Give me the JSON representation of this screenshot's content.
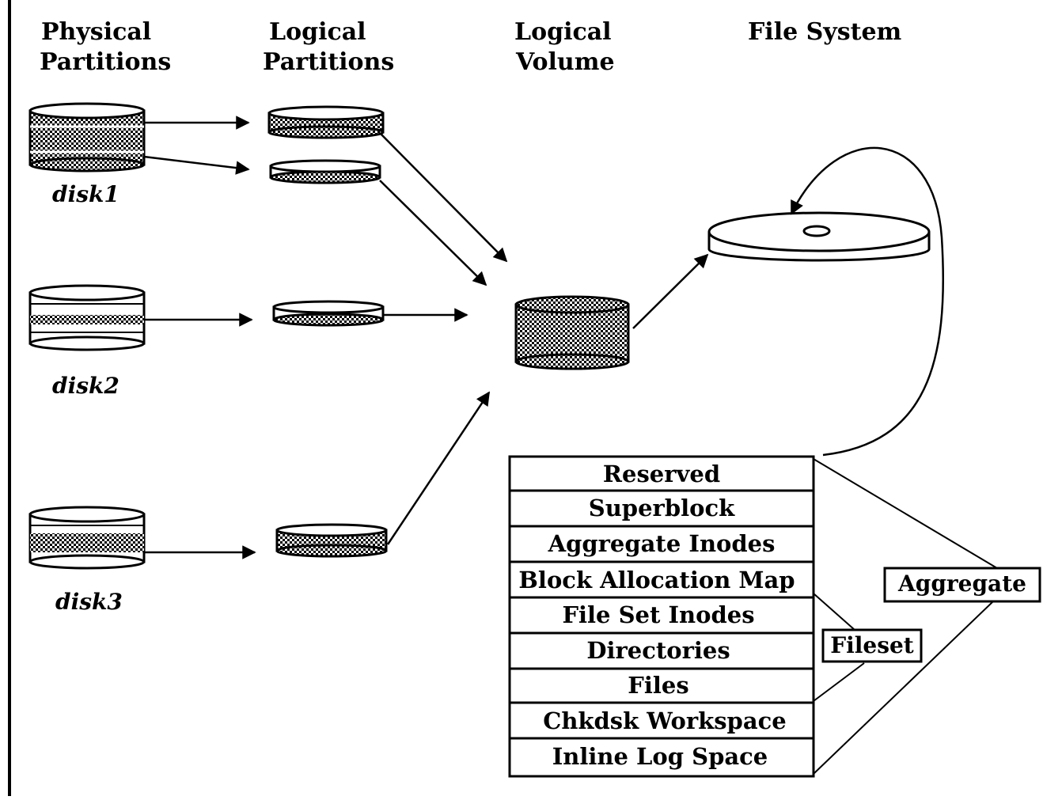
{
  "headers": {
    "physical": [
      "Physical",
      "Partitions"
    ],
    "logical_partitions": [
      "Logical",
      "Partitions"
    ],
    "logical_volume": [
      "Logical",
      "Volume"
    ],
    "file_system": "File System"
  },
  "disks": [
    "disk1",
    "disk2",
    "disk3"
  ],
  "layout_rows": [
    "Reserved",
    "Superblock",
    "Aggregate Inodes",
    "Block Allocation Map",
    "File Set Inodes",
    "Directories",
    "Files",
    "Chkdsk Workspace",
    "Inline Log Space"
  ],
  "labels": {
    "aggregate": "Aggregate",
    "fileset": "Fileset"
  }
}
